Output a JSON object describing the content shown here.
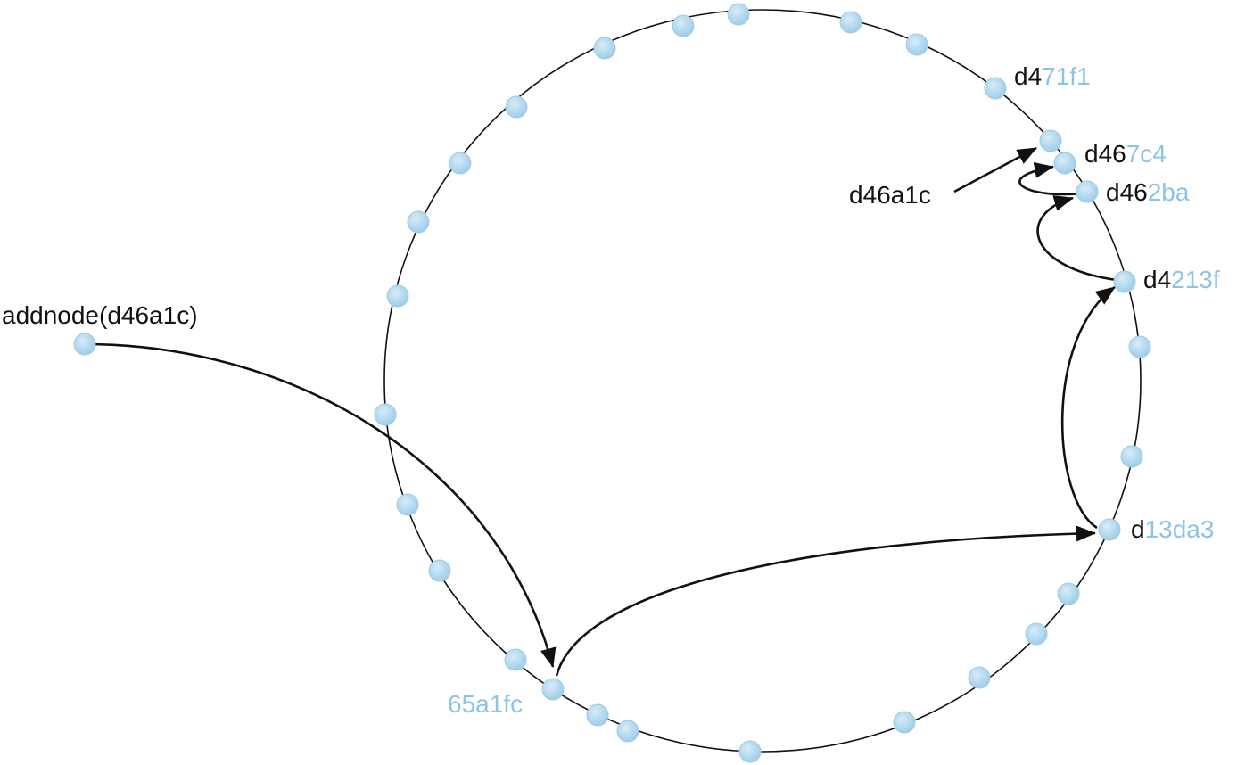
{
  "labels": {
    "add_node": "addnode(d46a1c)",
    "query_key": "d46a1c",
    "node_65a1fc": {
      "dark": "",
      "light": "65a1fc"
    },
    "node_d13da3": {
      "dark": "d",
      "light": "13da3"
    },
    "node_d4213f": {
      "dark": "d4",
      "light": "213f"
    },
    "node_d462ba": {
      "dark": "d46",
      "light": "2ba"
    },
    "node_d467c4": {
      "dark": "d46",
      "light": "7c4"
    },
    "node_d471f1": {
      "dark": "d4",
      "light": "71f1"
    }
  },
  "colors": {
    "node_fill": "#9fcde9",
    "node_highlight": "#d6ecf8",
    "ring_stroke": "#111111",
    "edge_stroke": "#111111",
    "label_dark": "#111111",
    "label_light": "#8ec3e4"
  }
}
